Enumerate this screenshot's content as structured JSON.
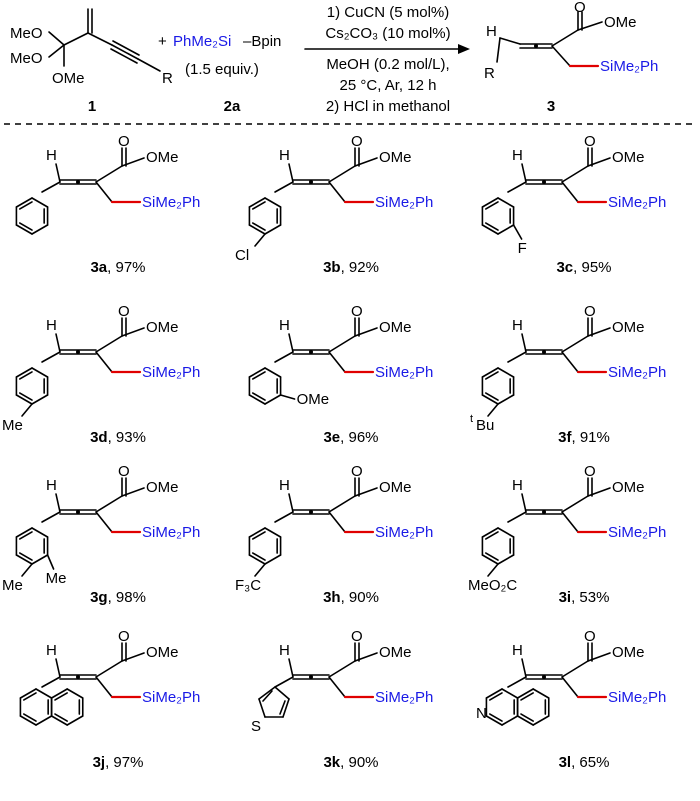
{
  "scheme": {
    "substrate1": {
      "groups": [
        "MeO",
        "MeO",
        "OMe",
        "R"
      ],
      "label": "1"
    },
    "plus": "+",
    "reagent": {
      "silyl": "PhMe₂Si",
      "boryl": "–Bpin",
      "equiv": "(1.5 equiv.)",
      "label": "2a"
    },
    "conditions": {
      "above": [
        "1) CuCN (5 mol%)",
        "Cs₂CO₃ (10 mol%)"
      ],
      "below": [
        "MeOH (0.2 mol/L),",
        "25 °C, Ar, 12 h",
        "2) HCl in methanol"
      ]
    },
    "product": {
      "H": "H",
      "R": "R",
      "ester": "OMe",
      "carbonyl": "O",
      "silyl": "SiMe₂Ph",
      "label": "3"
    }
  },
  "common": {
    "ester": "OMe",
    "carbonyl": "O",
    "H": "H",
    "silyl": "SiMe₂Ph"
  },
  "products": [
    {
      "id": "3a",
      "yield": ", 97%",
      "sub": ""
    },
    {
      "id": "3b",
      "yield": ", 92%",
      "sub": "Cl"
    },
    {
      "id": "3c",
      "yield": ", 95%",
      "sub": "F"
    },
    {
      "id": "3d",
      "yield": ", 93%",
      "sub": "Me"
    },
    {
      "id": "3e",
      "yield": ", 96%",
      "sub": "OMe"
    },
    {
      "id": "3f",
      "yield": ", 91%",
      "sub": "Bu",
      "sup": "t"
    },
    {
      "id": "3g",
      "yield": ", 98%",
      "sub": "Me",
      "sub2": "Me"
    },
    {
      "id": "3h",
      "yield": ", 90%",
      "sub": "F₃C"
    },
    {
      "id": "3i",
      "yield": ", 53%",
      "sub": "MeO₂C"
    },
    {
      "id": "3j",
      "yield": ", 97%",
      "sub": ""
    },
    {
      "id": "3k",
      "yield": ", 90%",
      "sub": "S"
    },
    {
      "id": "3l",
      "yield": ", 65%",
      "sub": "N"
    }
  ]
}
